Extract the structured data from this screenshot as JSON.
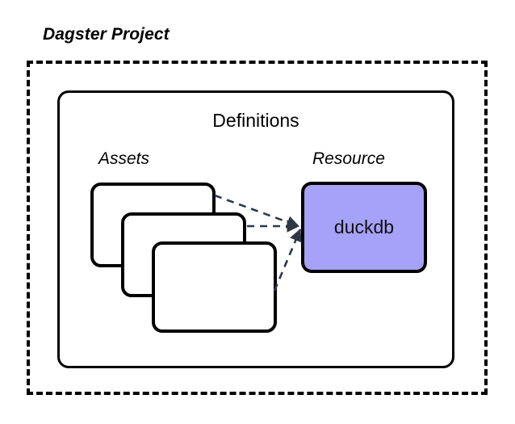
{
  "diagram": {
    "title": "Dagster Project",
    "container": {
      "label": "Definitions"
    },
    "groups": [
      {
        "name": "assets-group",
        "label": "Assets"
      },
      {
        "name": "resource-group",
        "label": "Resource"
      }
    ],
    "assets": {
      "label": "Assets",
      "cards": [
        {
          "label": ""
        },
        {
          "label": ""
        },
        {
          "label": ""
        }
      ]
    },
    "resource": {
      "label": "Resource",
      "name": "duckdb",
      "fill_color": "#A6A2F7",
      "border_color": "#000000"
    },
    "connectors": {
      "count": 3,
      "style": "dashed",
      "color": "#2D3748",
      "direction": "assets-to-resource"
    },
    "colors": {
      "outline": "#000000",
      "background": "#FFFFFF",
      "resource_fill": "#A6A2F7",
      "connector": "#2D3748"
    }
  }
}
